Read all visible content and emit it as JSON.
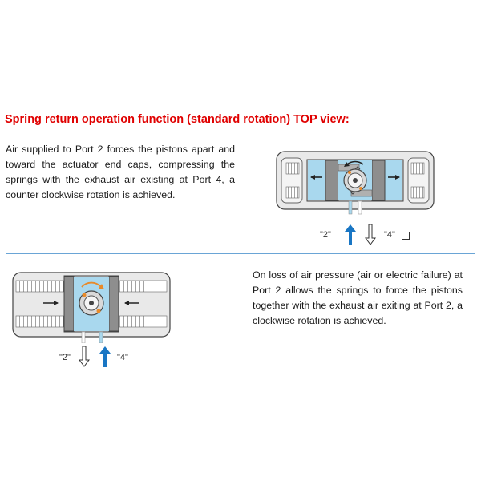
{
  "heading": {
    "text": "Spring return operation function (standard rotation) TOP view:",
    "color": "#e00000"
  },
  "paragraph_top": "Air supplied to Port 2 forces the pistons apart and toward the actuator end caps, compressing the springs with the exhaust air existing at Port 4, a counter clockwise rotation is achieved.",
  "paragraph_bottom": "On loss of air pressure (air or electric failure) at Port 2 allows the springs to force the pistons together with the exhaust air exiting at Port 2, a clockwise rotation is achieved.",
  "figure_top": {
    "port2_label": "\"2\"",
    "port4_label": "\"4\"",
    "port2_state": "supply",
    "port4_state": "exhaust",
    "rotation": "counter-clockwise"
  },
  "figure_bottom": {
    "port2_label": "\"2\"",
    "port4_label": "\"4\"",
    "port2_state": "exhaust",
    "port4_state": "supply",
    "rotation": "clockwise"
  },
  "colors": {
    "air_blue": "#a9d8ee",
    "arrow_blue": "#1976c4",
    "divider": "#6aa5d6",
    "body_gray": "#c8c8c8",
    "gear_orange": "#e88a2a"
  }
}
